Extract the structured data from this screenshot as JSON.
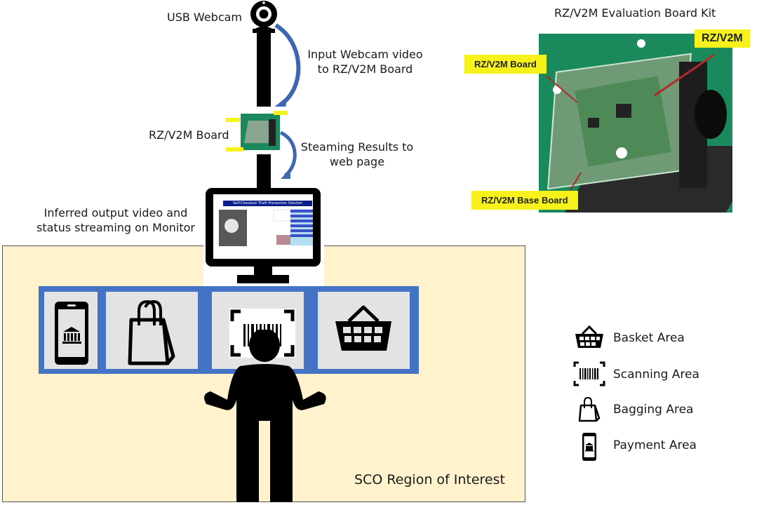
{
  "diagram": {
    "labels": {
      "webcam": "USB Webcam",
      "input_flow": [
        "Input Webcam video",
        "to RZ/V2M Board"
      ],
      "board": "RZ/V2M Board",
      "stream_flow": [
        "Steaming Results to",
        "web page"
      ],
      "monitor": [
        "Inferred output video and",
        "status streaming on Monitor"
      ],
      "roi": "SCO Region of Interest"
    },
    "board_kit": {
      "title": "RZ/V2M Evaluation Board Kit",
      "tags": {
        "chip": "RZ/V2M",
        "board": "RZ/V2M Board",
        "base_board": "RZ/V2M Base Board"
      }
    },
    "monitor_screen": {
      "app_title": "Self-Checkout Theft Prevention Solution"
    },
    "counter_zones": [
      {
        "icon": "mobile-bank-icon",
        "area": "Payment Area"
      },
      {
        "icon": "shopping-bag-icon",
        "area": "Bagging Area"
      },
      {
        "icon": "barcode-scan-icon",
        "area": "Scanning Area"
      },
      {
        "icon": "basket-icon",
        "area": "Basket Area"
      }
    ],
    "legend": [
      {
        "icon": "basket-icon",
        "label": "Basket Area"
      },
      {
        "icon": "barcode-scan-icon",
        "label": "Scanning Area"
      },
      {
        "icon": "shopping-bag-icon",
        "label": "Bagging Area"
      },
      {
        "icon": "mobile-bank-icon",
        "label": "Payment Area"
      }
    ],
    "colors": {
      "roi_fill": "#fff2cc",
      "counter_blue": "#4472c4",
      "zone_gray": "#e3e3e5",
      "arrow_blue": "#3d68b0",
      "tag_yellow": "#f7f21c",
      "board_green": "#1a8a5c"
    }
  }
}
